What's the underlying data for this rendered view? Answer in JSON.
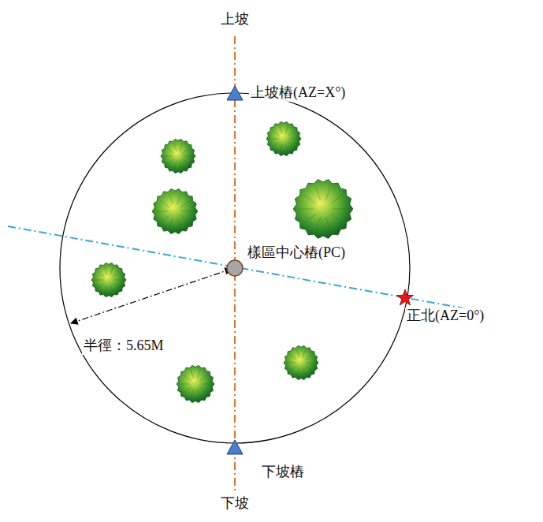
{
  "diagram": {
    "nodes": [
      {
        "text": [
          "上坡樁(AZ=X°)"
        ]
      },
      {
        "text": [
          "樣區中心樁(PC)"
        ]
      },
      {
        "text": [
          "正北(AZ=0°)"
        ]
      },
      {
        "text": [
          "下坡樁"
        ]
      }
    ],
    "labels": [
      "上坡",
      "下坡",
      "半徑：5.65M"
    ]
  }
}
